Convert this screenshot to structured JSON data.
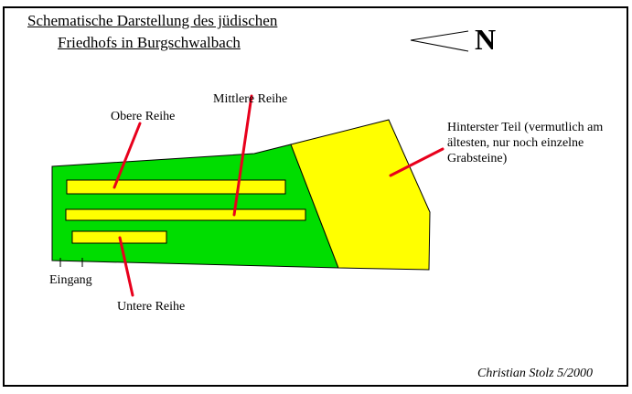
{
  "title": {
    "line1": "Schematische Darstellung des jüdischen ",
    "line2": "Friedhofs in Burgschwalbach"
  },
  "north_label": "N",
  "labels": {
    "obere": "Obere Reihe",
    "mittlere": "Mittlere Reihe",
    "untere": "Untere Reihe",
    "hinterster": "Hinterster Teil (vermutlich am\nältesten, nur noch einzelne\nGrabsteine)",
    "eingang": "Eingang"
  },
  "signature": "Christian Stolz 5/2000",
  "colors": {
    "green": "#00dd00",
    "yellow": "#ffff00",
    "red": "#e8001c"
  }
}
